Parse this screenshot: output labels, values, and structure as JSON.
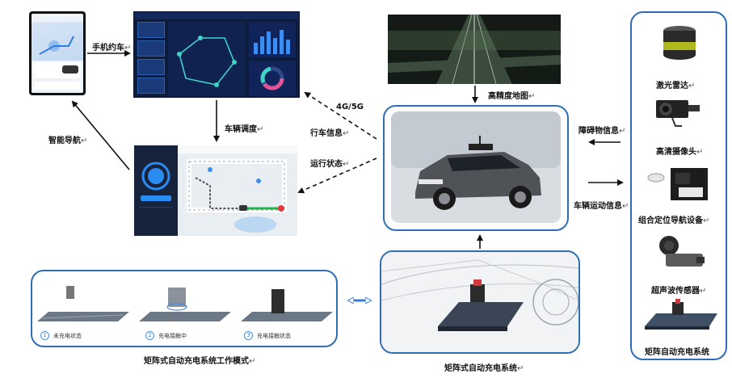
{
  "labels": {
    "phone_booking": "手机约车",
    "vehicle_dispatch": "车辆调度",
    "smart_navigation": "智能导航",
    "network": "4G/5G",
    "driving_info": "行车信息",
    "running_status": "运行状态",
    "hd_map": "高精度地图",
    "obstacle_info": "障碍物信息",
    "vehicle_motion_info": "车辆运动信息",
    "matrix_charging_system": "矩阵式自动充电系统",
    "matrix_working_mode": "矩阵式自动充电系统工作模式"
  },
  "return_mark": "↵",
  "sensors": [
    {
      "label": "激光雷达"
    },
    {
      "label": "高清摄像头"
    },
    {
      "label": "组合定位导航设备"
    },
    {
      "label": "超声波传感器"
    },
    {
      "label": "矩阵自动充电系统"
    }
  ],
  "working_mode_steps": [
    {
      "num": "1",
      "label": "未充电状态"
    },
    {
      "num": "2",
      "label": "充电接触中"
    },
    {
      "num": "3",
      "label": "充电接触状态"
    }
  ],
  "colors": {
    "box_border": "#2f6db5",
    "arrow": "#111111",
    "dashboard_bg": "#0d1b3d",
    "accent": "#4a90d9"
  }
}
